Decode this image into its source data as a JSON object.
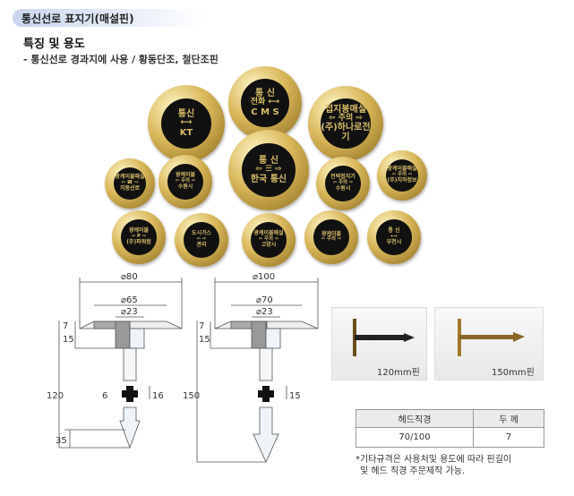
{
  "title": "통신선로 표지기(매설핀)",
  "section_heading": "특징 및 용도",
  "description": "- 통신선로 경과지에 사용 / 황동단조, 철단조핀",
  "coins": [
    {
      "top": "통신",
      "mid": "⟷",
      "bottom": "KT"
    },
    {
      "top": "통 신",
      "mid": "전화 ⟷",
      "bottom": "C M S"
    },
    {
      "top": "접지봉매설",
      "mid": "⇦ 주의 ⇨",
      "bottom": "(주)하나로전기"
    },
    {
      "top": "광케이블매설",
      "mid": "⇦ ☎ ⇨",
      "bottom": "지중선로"
    },
    {
      "top": "광케이블",
      "mid": "⇦ 주의 ⇨",
      "bottom": "수원시"
    },
    {
      "top": "통 신",
      "mid": "⇦ ☰ ⇨",
      "bottom": "한국 통신"
    },
    {
      "top": "전력접지기",
      "mid": "⇦ 주의 ⇨",
      "bottom": "수원시"
    },
    {
      "top": "광케이블매설",
      "mid": "⇦ 주의 ⇨",
      "bottom": "(주)지하정보"
    },
    {
      "top": "광케이블",
      "mid": "⇦ P ⇨",
      "bottom": "(주)파워컴"
    },
    {
      "top": "도시가스",
      "mid": "⇦ ⇨",
      "bottom": "관리"
    },
    {
      "top": "광케이블매설",
      "mid": "⇦ 주의 ⇨",
      "bottom": "고양시"
    },
    {
      "top": "광케이블",
      "mid": "⇦ 주의 ⇨",
      "bottom": ""
    },
    {
      "top": "통 신",
      "mid": "⟷",
      "bottom": "부천시"
    }
  ],
  "drawing_80": {
    "outer": "⌀80",
    "mid": "⌀65",
    "inner": "⌀23",
    "head": "7",
    "neck": "15",
    "total": "120",
    "cross_w": "6",
    "cross_h": "16",
    "tip": "35"
  },
  "drawing_100": {
    "outer": "⌀100",
    "mid": "⌀70",
    "inner": "⌀23",
    "head": "7",
    "neck": "15",
    "total": "150",
    "cross_h": "15"
  },
  "photos": [
    {
      "caption": "120mm핀"
    },
    {
      "caption": "150mm핀"
    }
  ],
  "spec_table": {
    "headers": [
      "헤드직경",
      "두 께"
    ],
    "row": [
      "70/100",
      "7"
    ]
  },
  "note_line1": "*기타규격은 사용처및 용도에 따라 핀길이",
  "note_line2": "및 헤드 직경 주문제작 가능."
}
